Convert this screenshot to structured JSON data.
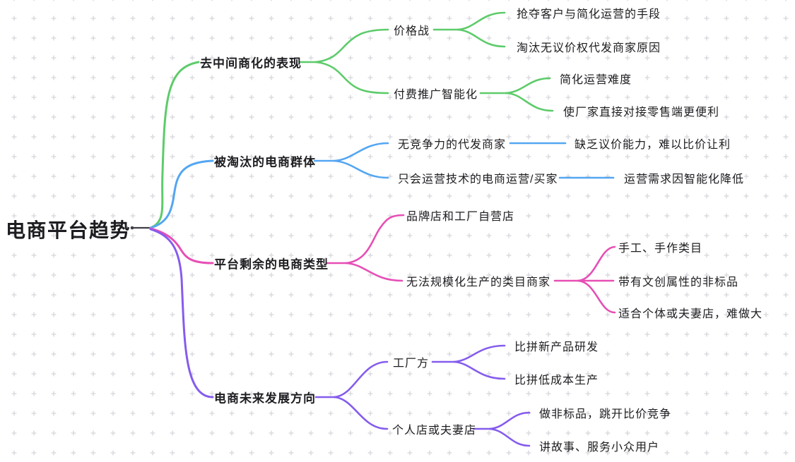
{
  "canvas": {
    "background": "#ffffff",
    "dot_color": "#d9d9de",
    "root_connector_color": "#3f3f46"
  },
  "mindmap": {
    "root": {
      "label": "电商平台趋势",
      "text_color": "#1d1d21"
    },
    "branches": [
      {
        "label": "去中间商化的表现",
        "color": "#5dcb6a",
        "children": [
          {
            "label": "价格战",
            "children": [
              {
                "label": "抢夺客户与简化运营的手段"
              },
              {
                "label": "淘汰无议价权代发商家原因"
              }
            ]
          },
          {
            "label": "付费推广智能化",
            "children": [
              {
                "label": "简化运营难度"
              },
              {
                "label": "使厂家直接对接零售端更便利"
              }
            ]
          }
        ]
      },
      {
        "label": "被淘汰的电商群体",
        "color": "#54a6f2",
        "children": [
          {
            "label": "无竞争力的代发商家",
            "children": [
              {
                "label": "缺乏议价能力，难以比价让利"
              }
            ]
          },
          {
            "label": "只会运营技术的电商运营/买家",
            "children": [
              {
                "label": "运营需求因智能化降低"
              }
            ]
          }
        ]
      },
      {
        "label": "平台剩余的电商类型",
        "color": "#e64fb5",
        "children": [
          {
            "label": "品牌店和工厂自营店",
            "children": []
          },
          {
            "label": "无法规模化生产的类目商家",
            "children": [
              {
                "label": "手工、手作类目"
              },
              {
                "label": "带有文创属性的非标品"
              },
              {
                "label": "适合个体或夫妻店，难做大"
              }
            ]
          }
        ]
      },
      {
        "label": "电商未来发展方向",
        "color": "#855ced",
        "children": [
          {
            "label": "工厂方",
            "children": [
              {
                "label": "比拼新产品研发"
              },
              {
                "label": "比拼低成本生产"
              }
            ]
          },
          {
            "label": "个人店或夫妻店",
            "children": [
              {
                "label": "做非标品，跳开比价竞争"
              },
              {
                "label": "讲故事、服务小众用户"
              }
            ]
          }
        ]
      }
    ]
  }
}
